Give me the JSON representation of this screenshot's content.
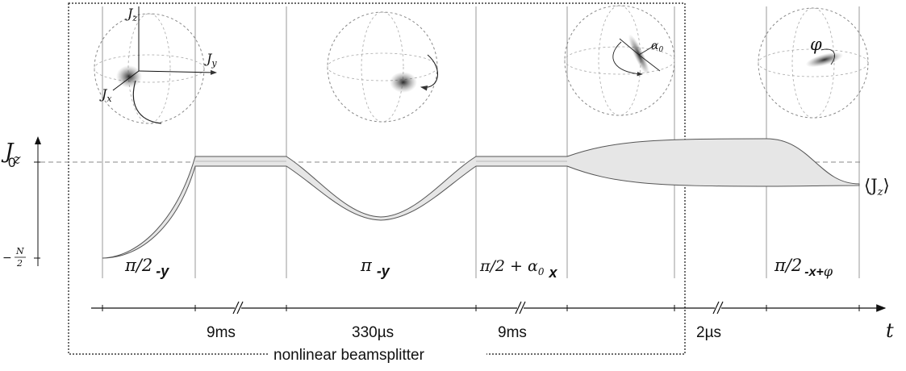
{
  "axis": {
    "y_symbol": "J",
    "y_subscript": "z",
    "y_zero": "0",
    "y_min_numer": "N",
    "y_min_denom": "2",
    "y_min_sign": "−",
    "t_label": "t",
    "output_label": "⟨J",
    "output_sub": "z",
    "output_close": "⟩"
  },
  "pulses": [
    {
      "main": "π/2",
      "sub": "-y"
    },
    {
      "main": "π",
      "sub": "-y"
    },
    {
      "main": "π/2 + α",
      "main_sub": "0",
      "sub": "x"
    },
    {
      "main": "π/2",
      "sub": "-x+",
      "sub_tail": "φ"
    }
  ],
  "timing": {
    "labels": [
      "9ms",
      "330µs",
      "9ms",
      "2µs"
    ]
  },
  "box_label": "nonlinear beamsplitter",
  "sphere_axes": {
    "jz": "J",
    "jz_sub": "z",
    "jy": "J",
    "jy_sub": "y",
    "jx": "J",
    "jx_sub": "x"
  },
  "sphere_annotations": {
    "alpha": "α",
    "alpha_sub": "0",
    "phi": "φ"
  }
}
